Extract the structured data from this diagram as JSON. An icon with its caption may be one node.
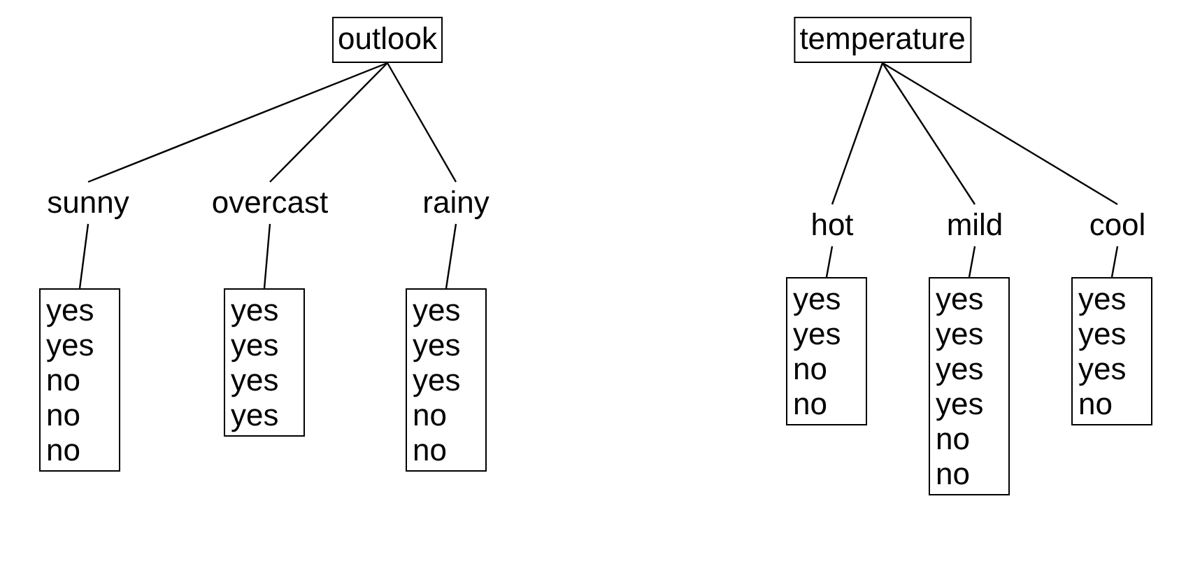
{
  "diagram": {
    "nodes": [
      {
        "text": [
          "outlook"
        ]
      },
      {
        "text": [
          "sunny"
        ]
      },
      {
        "text": [
          "overcast"
        ]
      },
      {
        "text": [
          "rainy"
        ]
      },
      {
        "text": [
          "yes",
          "yes",
          "no",
          "no",
          "no"
        ]
      },
      {
        "text": [
          "yes",
          "yes",
          "yes",
          "yes"
        ]
      },
      {
        "text": [
          "yes",
          "yes",
          "yes",
          "no",
          "no"
        ]
      },
      {
        "text": [
          "temperature"
        ]
      },
      {
        "text": [
          "hot"
        ]
      },
      {
        "text": [
          "mild"
        ]
      },
      {
        "text": [
          "cool"
        ]
      },
      {
        "text": [
          "yes",
          "yes",
          "no",
          "no"
        ]
      },
      {
        "text": [
          "yes",
          "yes",
          "yes",
          "yes",
          "no",
          "no"
        ]
      },
      {
        "text": [
          "yes",
          "yes",
          "yes",
          "no"
        ]
      }
    ],
    "edges": [
      {
        "from": 0,
        "to": 1,
        "arrow": "none"
      },
      {
        "from": 0,
        "to": 2,
        "arrow": "none"
      },
      {
        "from": 0,
        "to": 3,
        "arrow": "none"
      },
      {
        "from": 1,
        "to": 4,
        "arrow": "none"
      },
      {
        "from": 2,
        "to": 5,
        "arrow": "none"
      },
      {
        "from": 3,
        "to": 6,
        "arrow": "none"
      },
      {
        "from": 7,
        "to": 8,
        "arrow": "none"
      },
      {
        "from": 7,
        "to": 9,
        "arrow": "none"
      },
      {
        "from": 7,
        "to": 10,
        "arrow": "none"
      },
      {
        "from": 8,
        "to": 11,
        "arrow": "none"
      },
      {
        "from": 9,
        "to": 12,
        "arrow": "none"
      },
      {
        "from": 10,
        "to": 13,
        "arrow": "none"
      }
    ]
  }
}
